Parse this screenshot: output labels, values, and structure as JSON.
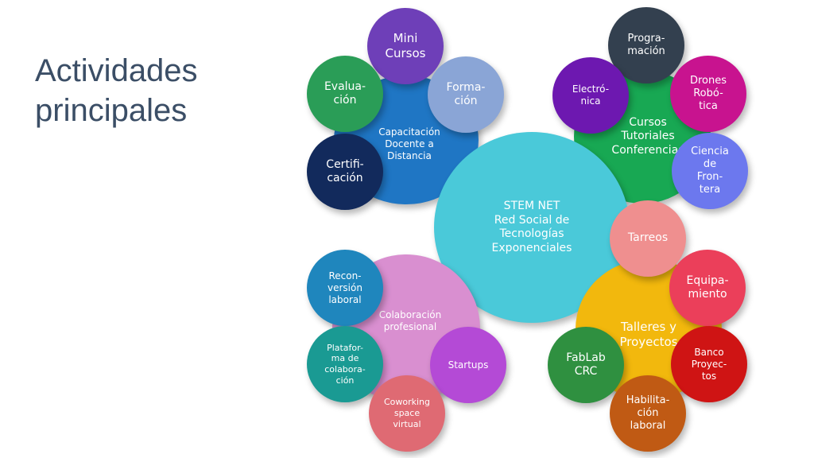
{
  "title": {
    "line1": "Actividades",
    "line2": "principales"
  },
  "center": {
    "label": "STEM NET\nRed Social de\nTecnologías\nExponenciales",
    "color": "#4ac9d9"
  },
  "capacitacion": {
    "label": "Capacitación\nDocente a\nDistancia",
    "color": "#1f76c4",
    "items": [
      {
        "label": "Mini\nCursos",
        "color": "#6e3fb8"
      },
      {
        "label": "Evalua-\nción",
        "color": "#2a9d57"
      },
      {
        "label": "Forma-\nción",
        "color": "#8aa5d6"
      },
      {
        "label": "Certifi-\ncación",
        "color": "#122a5c"
      }
    ]
  },
  "cursos": {
    "label": "Cursos\nTutoriales\nConferencias",
    "color": "#18a853",
    "items": [
      {
        "label": "Progra-\nmación",
        "color": "#33404f"
      },
      {
        "label": "Electró-\nnica",
        "color": "#6d18b0"
      },
      {
        "label": "Drones\nRobó-\ntica",
        "color": "#c8138f"
      },
      {
        "label": "Ciencia\nde\nFron-\ntera",
        "color": "#6c78ee"
      }
    ]
  },
  "colaboracion": {
    "label": "Colaboración\nprofesional",
    "color": "#d98fd0",
    "items": [
      {
        "label": "Recon-\nversión\nlaboral",
        "color": "#1f86bd"
      },
      {
        "label": "Platafor-\nma de\ncolabora-\nción",
        "color": "#1a9a93"
      },
      {
        "label": "Startups",
        "color": "#b44ad6"
      },
      {
        "label": "Coworking\nspace\nvirtual",
        "color": "#df6a73"
      }
    ]
  },
  "talleres": {
    "label": "Talleres y\nProyectos",
    "color": "#f2b80d",
    "items": [
      {
        "label": "Tarreos",
        "color": "#ef8f8f"
      },
      {
        "label": "Equipa-\nmiento",
        "color": "#eb3f5a"
      },
      {
        "label": "FabLab\nCRC",
        "color": "#2f9040"
      },
      {
        "label": "Banco\nProyec-\ntos",
        "color": "#cf1414"
      },
      {
        "label": "Habilita-\nción\nlaboral",
        "color": "#c05a14"
      }
    ]
  }
}
